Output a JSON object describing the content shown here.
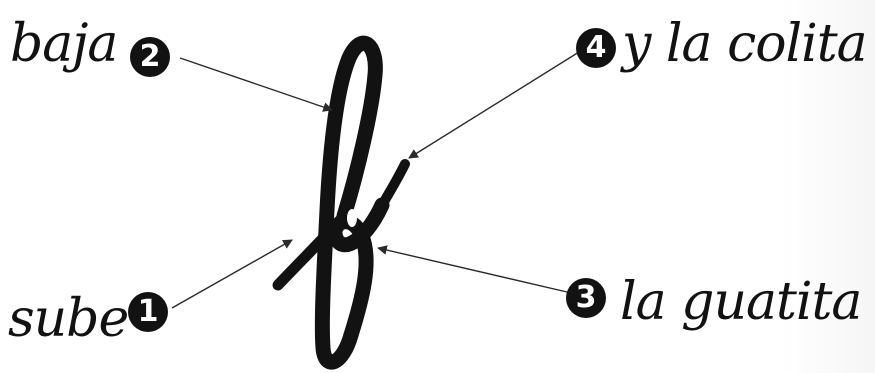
{
  "colors": {
    "ink": "#121212",
    "badge_bg": "#121212",
    "badge_text": "#ffffff",
    "arrow": "#2a2a2a"
  },
  "steps": [
    {
      "number": "1",
      "label": "sube"
    },
    {
      "number": "2",
      "label": "baja"
    },
    {
      "number": "3",
      "label": "la guatita"
    },
    {
      "number": "4",
      "label": "y la colita"
    }
  ]
}
